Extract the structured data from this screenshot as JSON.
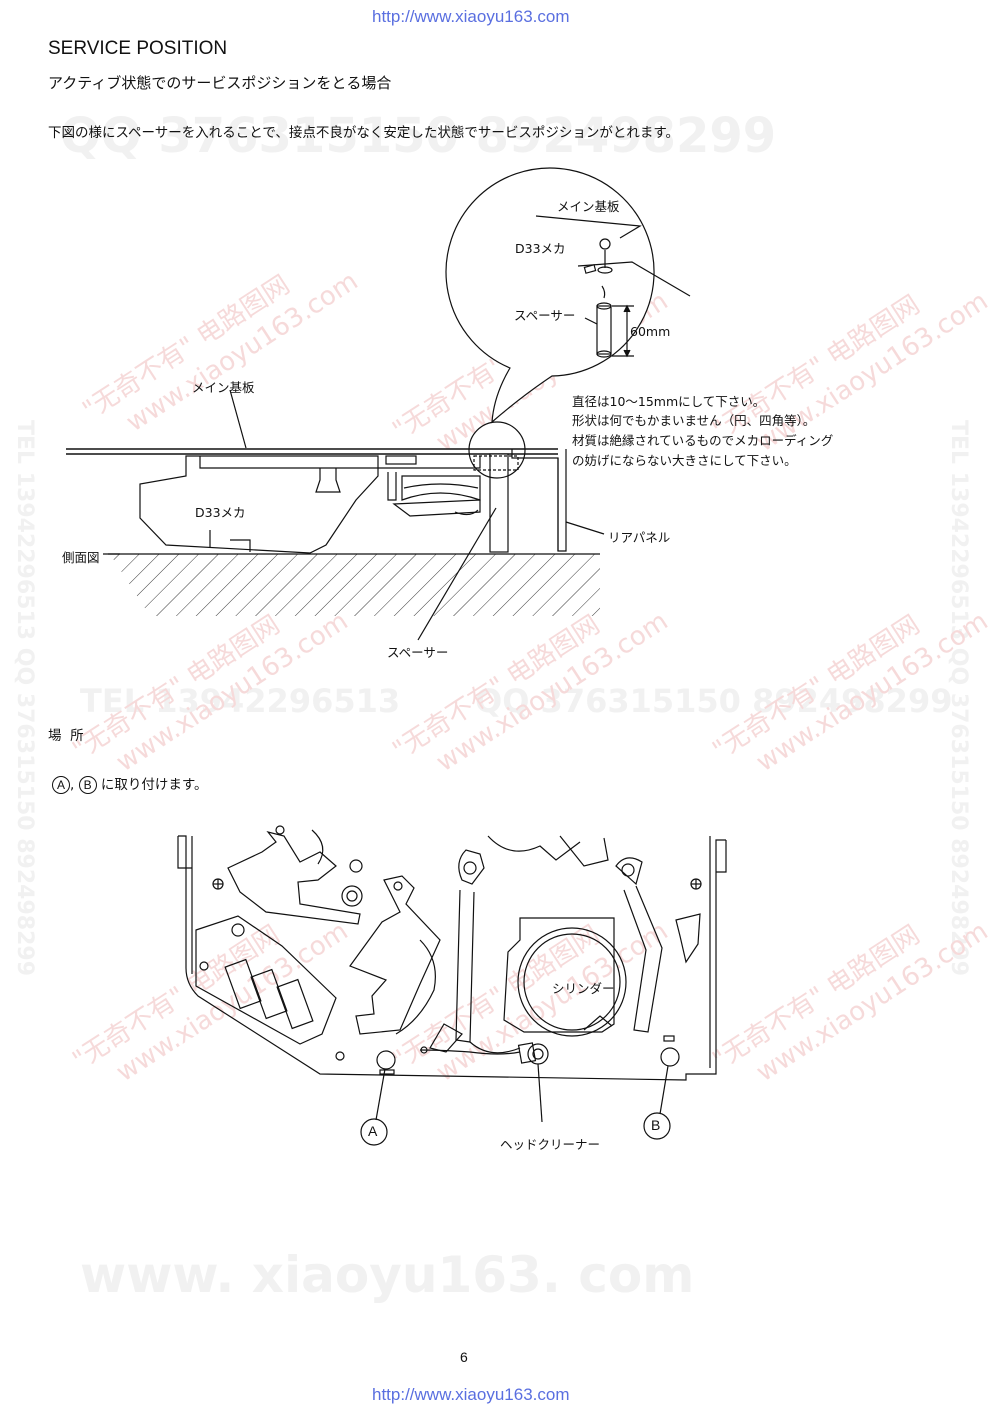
{
  "header": {
    "url": "http://www.xiaoyu163.com"
  },
  "footer": {
    "url": "http://www.xiaoyu163.com",
    "page_number": "6"
  },
  "title": "SERVICE POSITION",
  "subtitle": "アクティブ状態でのサービスポジションをとる場合",
  "intro": "下図の様にスペーサーを入れることで、接点不良がなく安定した状態でサービスポジションがとれます。",
  "side_view": {
    "main_board": "メイン基板",
    "d33": "D33メカ",
    "side_view_label": "側面図",
    "rear_panel": "リアパネル",
    "spacer": "スペーサー"
  },
  "detail": {
    "main_board": "メイン基板",
    "d33": "D33メカ",
    "spacer": "スペーサー",
    "height": "60mm"
  },
  "notes": [
    "直径は10〜15mmにして下さい。",
    "形状は何でもかまいません（円、四角等）。",
    "材質は絶縁されているものでメカローディング",
    "の妨げにならない大きさにして下さい。"
  ],
  "location": {
    "heading": "場  所",
    "marker_a": "A",
    "marker_b": "B",
    "separator": ",",
    "text": "に取り付けます。"
  },
  "bottom_view": {
    "cylinder": "シリンダー",
    "head_cleaner": "ヘッドクリーナー",
    "marker_a": "A",
    "marker_b": "B"
  },
  "watermarks": {
    "qq": "QQ 376315150  892498299",
    "tel": "TEL 13942296513",
    "qq_mid": "QQ 376315150  892498299",
    "www": "www. xiaoyu163. com",
    "red_cn": "\"无奇不有\" 电路图网",
    "red_url": "www.xiaoyu163.com",
    "side_left": "TEL 13942296513  QQ 376315150  892498299",
    "side_right": "TEL 13942296513  QQ 376315150  892498299"
  }
}
